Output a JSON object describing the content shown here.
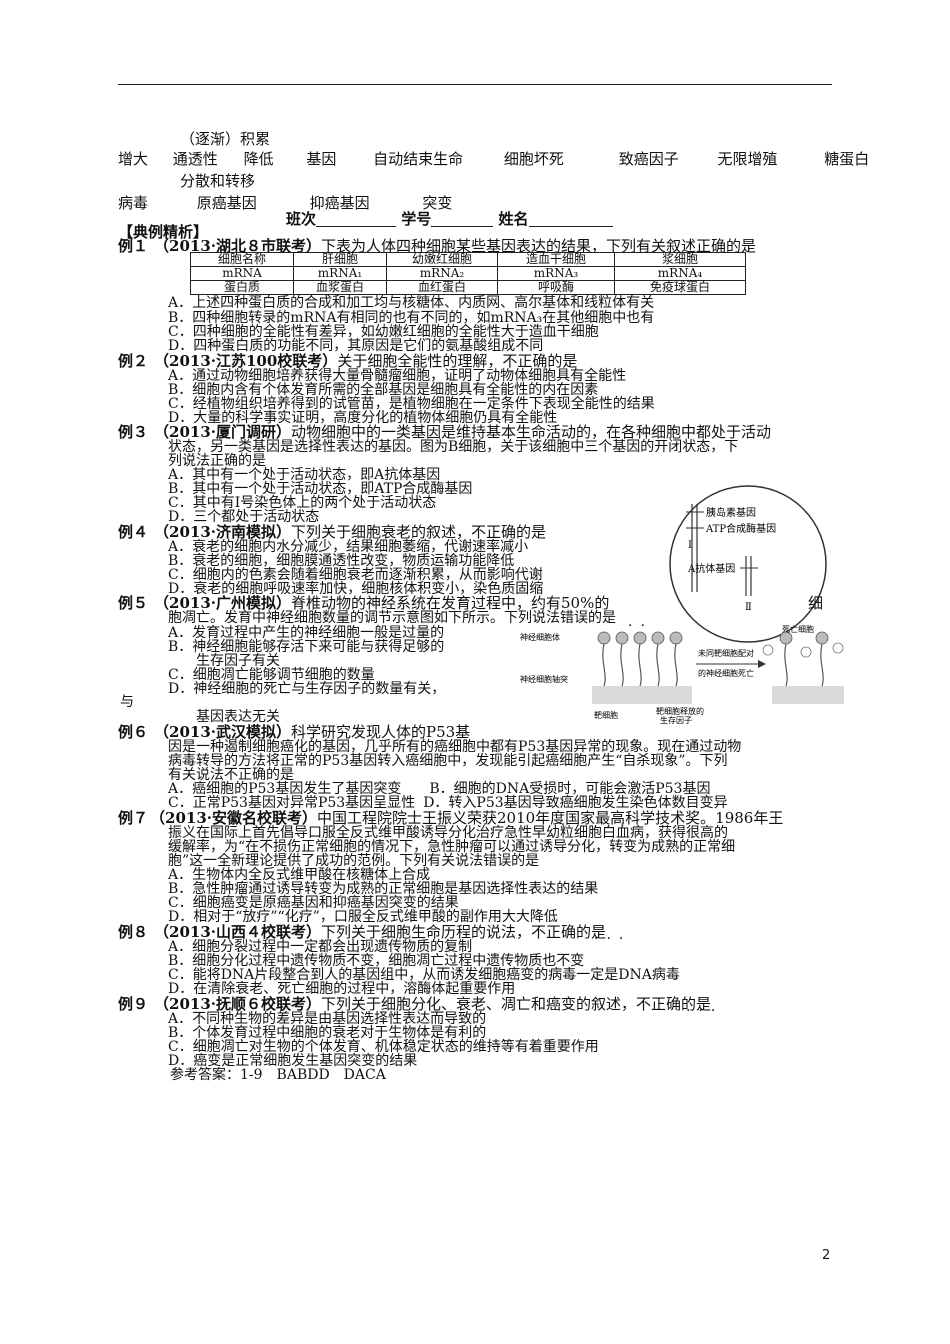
{
  "answers_block": {
    "line1": "（逐渐）积累",
    "line2": [
      "增大",
      "通透性",
      "降低",
      "基因",
      "自动结束生命",
      "细胞坏死",
      "致癌因子",
      "无限增殖",
      "糖蛋白"
    ],
    "line3": "分散和转移",
    "line4": [
      "病毒",
      "原癌基因",
      "抑癌基因",
      "突变"
    ]
  },
  "header": {
    "class_label": "班次",
    "id_label": "学号",
    "name_label": "姓名"
  },
  "section_title": "【典例精析】",
  "ex1": {
    "num": "例１",
    "source": "（2013·湖北８市联考）",
    "stem": "下表为人体四种细胞某些基因表达的结果，下列有关叙述正确的是",
    "table": {
      "row1": [
        "细胞名称",
        "肝细胞",
        "幼嫩红细胞",
        "造血干细胞",
        "浆细胞"
      ],
      "row2": [
        "mRNA",
        "mRNA₁",
        "mRNA₂",
        "mRNA₃",
        "mRNA₄"
      ],
      "row3": [
        "蛋白质",
        "血浆蛋白",
        "血红蛋白",
        "呼吸酶",
        "免疫球蛋白"
      ]
    },
    "a": "A．上述四种蛋白质的合成和加工均与核糖体、内质网、高尔基体和线粒体有关",
    "b": "B．四种细胞转录的mRNA有相同的也有不同的，如mRNA₃在其他细胞中也有",
    "c": "C．四种细胞的全能性有差异，如幼嫩红细胞的全能性大于造血干细胞",
    "d": "D．四种蛋白质的功能不同，其原因是它们的氨基酸组成不同"
  },
  "ex2": {
    "num": "例２",
    "source": "（2013·江苏100校联考）",
    "stem": "关于细胞全能性的理解，不正确的是",
    "a": "A．通过动物细胞培养获得大量骨髓瘤细胞，证明了动物体细胞具有全能性",
    "b": "B．细胞内含有个体发育所需的全部基因是细胞具有全能性的内在因素",
    "c": "C．经植物组织培养得到的试管苗，是植物细胞在一定条件下表现全能性的结果",
    "d": "D．大量的科学事实证明，高度分化的植物体细胞仍具有全能性"
  },
  "ex3": {
    "num": "例３",
    "source": "（2013·厦门调研）",
    "stem1": "动物细胞中的一类基因是维持基本生命活动的，在各种细胞中都处于活动",
    "stem2": "状态，另一类基因是选择性表达的基因。图为B细胞，关于该细胞中三个基因的开闭状态，下",
    "stem3": "列说法正确的是",
    "a": "A．其中有一个处于活动状态，即A抗体基因",
    "b": "B．其中有一个处于活动状态，即ATP合成酶基因",
    "c": "C．其中有Ⅰ号染色体上的两个处于活动状态",
    "d": "D．三个都处于活动状态",
    "figure": {
      "gene1": "胰岛素基因",
      "gene2": "ATP合成酶基因",
      "gene3": "A抗体基因",
      "chr1": "Ⅰ",
      "chr2": "Ⅱ"
    }
  },
  "ex4": {
    "num": "例４",
    "source": "（2013·济南模拟）",
    "stem": "下列关于细胞衰老的叙述，不正确的是",
    "a": "A．衰老的细胞内水分减少，结果细胞萎缩，代谢速率减小",
    "b": "B．衰老的细胞，细胞膜通透性改变，物质运输功能降低",
    "c": "C．细胞内的色素会随着细胞衰老而逐渐积累，从而影响代谢",
    "d": "D．衰老的细胞呼吸速率加快，细胞核体积变小，染色质固缩"
  },
  "ex5": {
    "num": "例５",
    "source": "（2013·广州模拟）",
    "stem1": "脊椎动物的神经系统在发育过程中，约有50%的",
    "stem1_tail": "细",
    "stem2": "胞凋亡。发育中神经细胞数量的调节示意图如下所示。下列说法错误的是",
    "a": "A．发育过程中产生的神经细胞一般是过量的",
    "b1": "B．神经细胞能够存活下来可能与获得足够的",
    "b2": "生存因子有关",
    "c": "C．细胞凋亡能够调节细胞的数量",
    "d": "D．神经细胞的死亡与生存因子的数量有关，",
    "d_lead": "与",
    "d2": "基因表达无关",
    "figure": {
      "neuron_body": "神经细胞体",
      "axon": "神经细胞轴突",
      "target": "靶细胞",
      "released": "靶细胞释放的",
      "factor": "生存因子",
      "dead": "死亡细胞",
      "arrow1": "未同靶细胞配对",
      "arrow2": "的神经细胞死亡"
    }
  },
  "ex6": {
    "num": "例６",
    "source": "（2013·武汉模拟）",
    "stem1": "科学研究发现人体的P53基",
    "stem2": "因是一种遏制细胞癌化的基因，几乎所有的癌细胞中都有P53基因异常的现象。现在通过动物",
    "stem3": "病毒转导的方法将正常的P53基因转入癌细胞中，发现能引起癌细胞产生“自杀现象”。下列",
    "stem4": "有关说法不正确的是",
    "a": "A．癌细胞的P53基因发生了基因突变",
    "b": "B．细胞的DNA受损时，可能会激活P53基因",
    "c": "C．正常P53基因对异常P53基因呈显性",
    "d": "D．转入P53基因导致癌细胞发生染色体数目变异"
  },
  "ex7": {
    "num": "例７",
    "source": "（2013·安徽名校联考）",
    "stem1": "中国工程院院士王振义荣获2010年度国家最高科学技术奖。1986年王",
    "stem2": "振义在国际上首先倡导口服全反式维甲酸诱导分化治疗急性早幼粒细胞白血病，获得很高的",
    "stem3": "缓解率，为“在不损伤正常细胞的情况下，急性肿瘤可以通过诱导分化，转变为成熟的正常细",
    "stem4": "胞”这一全新理论提供了成功的范例。下列有关说法错误的是",
    "a": "A．生物体内全反式维甲酸在核糖体上合成",
    "b": "B．急性肿瘤通过诱导转变为成熟的正常细胞是基因选择性表达的结果",
    "c": "C．细胞癌变是原癌基因和抑癌基因突变的结果",
    "d": "D．相对于“放疗”“化疗”，口服全反式维甲酸的副作用大大降低"
  },
  "ex8": {
    "num": "例８",
    "source": "（2013·山西４校联考）",
    "stem": "下列关于细胞生命历程的说法，不正确的是",
    "a": "A．细胞分裂过程中一定都会出现遗传物质的复制",
    "b": "B．细胞分化过程中遗传物质不变，细胞凋亡过程中遗传物质也不变",
    "c": "C．能将DNA片段整合到人的基因组中，从而诱发细胞癌变的病毒一定是DNA病毒",
    "d": "D．在清除衰老、死亡细胞的过程中，溶酶体起重要作用"
  },
  "ex9": {
    "num": "例９",
    "source": "（2013·抚顺６校联考）",
    "stem": "下列关于细胞分化、衰老、凋亡和癌变的叙述，不正确的是",
    "a": "A．不同种生物的差异是由基因选择性表达而导致的",
    "b": "B．个体发育过程中细胞的衰老对于生物体是有利的",
    "c": "C．细胞凋亡对生物的个体发育、机体稳定状态的维持等有着重要作用",
    "d": "D．癌变是正常细胞发生基因突变的结果"
  },
  "answer_key": "参考答案：1-9　BABDD　DACA",
  "page_number": "2"
}
